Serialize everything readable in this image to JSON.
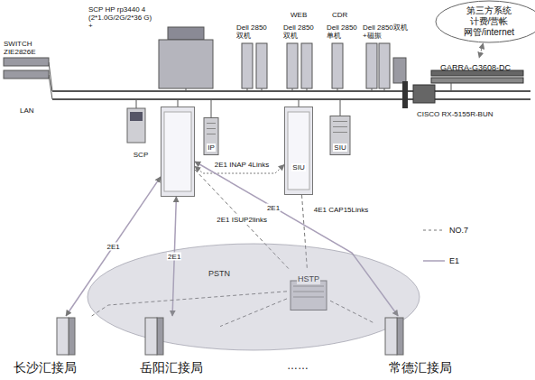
{
  "diagram": {
    "nodes": [
      {
        "text": [
          "第三方系统 计费/营帐 网管/internet"
        ]
      },
      {
        "text": [
          "GARRA-G3608-DC"
        ]
      },
      {
        "text": [
          "SCP"
        ]
      },
      {
        "text": [
          "IP"
        ]
      },
      {
        "text": [
          "SIU"
        ]
      },
      {
        "text": [
          "SIU"
        ]
      },
      {
        "text": [
          "HSTP"
        ]
      },
      {
        "text": [
          "PSTN"
        ]
      },
      {
        "text": [
          "长沙汇接局"
        ]
      },
      {
        "text": [
          "岳阳汇接局"
        ]
      },
      {
        "text": [
          "常德汇接局"
        ]
      }
    ],
    "edges": [
      {
        "from": 0,
        "to": 1,
        "arrow": "both"
      },
      {
        "from": 2,
        "to": 4,
        "label": "2E1 INAP 4Links",
        "arrow": "both"
      },
      {
        "from": 2,
        "to": 8,
        "label": "2E1",
        "arrow": "both"
      },
      {
        "from": 2,
        "to": 9,
        "label": "2E1",
        "arrow": "both"
      },
      {
        "from": 2,
        "to": 10,
        "label": "2E1",
        "arrow": "both"
      },
      {
        "from": 2,
        "to": 6,
        "label": "2E1 ISUP2links",
        "arrow": "none"
      },
      {
        "from": 4,
        "to": 6,
        "label": "4E1 CAP15Links",
        "arrow": "none"
      },
      {
        "from": 6,
        "to": 8,
        "arrow": "none"
      },
      {
        "from": 6,
        "to": 9,
        "arrow": "none"
      },
      {
        "from": 6,
        "to": 10,
        "arrow": "none"
      }
    ],
    "labels": [
      "SCP HP rp3440 4 (2*1.0G/2G/2*36 G) +",
      "SWITCH ZIE2826E",
      "LAN",
      "WEB",
      "CDR",
      "Dell 2850 双机",
      "Dell 2850 双机",
      "Dell 2850 单机",
      "Dell 2850双机 +磁振",
      "CISCO RX-5155R-BUN",
      "……"
    ],
    "legend": [
      {
        "text": "NO.7"
      },
      {
        "text": "E1"
      }
    ]
  }
}
